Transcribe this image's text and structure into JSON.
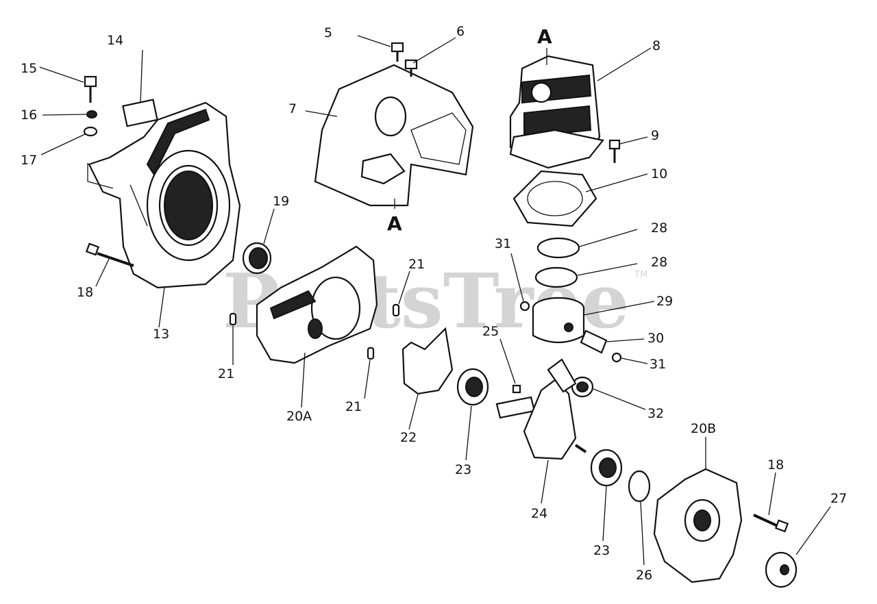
{
  "watermark": {
    "text": "PartsTree",
    "tm": "TM"
  },
  "callouts": {
    "p5": "5",
    "p6": "6",
    "p7": "7",
    "p8": "8",
    "p9": "9",
    "p10": "10",
    "p13": "13",
    "p14": "14",
    "p15": "15",
    "p16": "16",
    "p17": "17",
    "p18a": "18",
    "p18b": "18",
    "p19": "19",
    "p20a": "20A",
    "p20b": "20B",
    "p21a": "21",
    "p21b": "21",
    "p21c": "21",
    "p22": "22",
    "p23a": "23",
    "p23b": "23",
    "p24": "24",
    "p25": "25",
    "p26": "26",
    "p27": "27",
    "p28a": "28",
    "p28b": "28",
    "p29": "29",
    "p30": "30",
    "p31a": "31",
    "p31b": "31",
    "p32": "32",
    "refA1": "A",
    "refA2": "A"
  }
}
